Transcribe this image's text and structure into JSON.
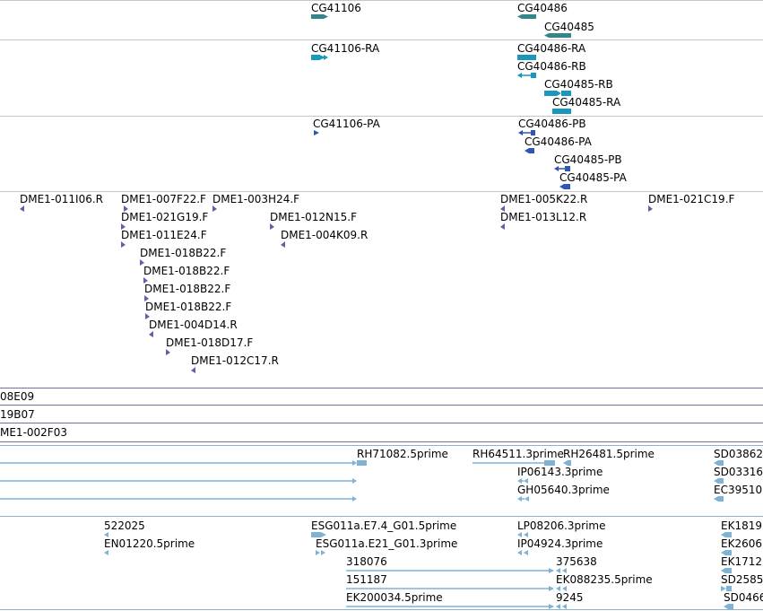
{
  "tracks": {
    "genes": {
      "color": "#33868a",
      "labels": [
        "CG41106",
        "CG40486",
        "CG40485"
      ]
    },
    "transcripts": {
      "color": "#1a98bb",
      "labels": [
        "CG41106-RA",
        "CG40486-RA",
        "CG40486-RB",
        "CG40485-RB",
        "CG40485-RA"
      ]
    },
    "proteins": {
      "color": "#2e55b8",
      "labels": [
        "CG41106-PA",
        "CG40486-PB",
        "CG40486-PA",
        "CG40485-PB",
        "CG40485-PA"
      ]
    },
    "bac_ends": {
      "color": "#6a5aa8",
      "labels": [
        "DME1-011I06.R",
        "DME1-007F22.F",
        "DME1-003H24.F",
        "DME1-021G19.F",
        "DME1-012N15.F",
        "DME1-011E24.F",
        "DME1-004K09.R",
        "DME1-018B22.F",
        "DME1-018B22.F",
        "DME1-018B22.F",
        "DME1-018B22.F",
        "DME1-004D14.R",
        "DME1-018D17.F",
        "DME1-012C17.R",
        "DME1-005K22.R",
        "DME1-013L12.R",
        "DME1-021C19.F"
      ]
    },
    "bac_clones": {
      "color": "#7a6aa8",
      "labels": [
        "08E09",
        "19B07",
        "ME1-002F03"
      ]
    },
    "cdna": {
      "color": "#7fb3d5",
      "labels": [
        "RH71082.5prime",
        "RH64511.3prime",
        "RH26481.5prime",
        "SD03862",
        "IP06143.3prime",
        "SD03316",
        "GH05640.3prime",
        "EC39510"
      ]
    },
    "est": {
      "color": "#7fb3d5",
      "labels": [
        "522025",
        "ESG011a.E7.4_G01.5prime",
        "LP08206.3prime",
        "EK1819",
        "EN01220.5prime",
        "ESG011a.E21_G01.3prime",
        "IP04924.3prime",
        "EK2606",
        "318076",
        "375638",
        "EK1712",
        "151187",
        "EK088235.5prime",
        "SD2585",
        "EK200034.5prime",
        "9245",
        "SD0466"
      ]
    }
  }
}
